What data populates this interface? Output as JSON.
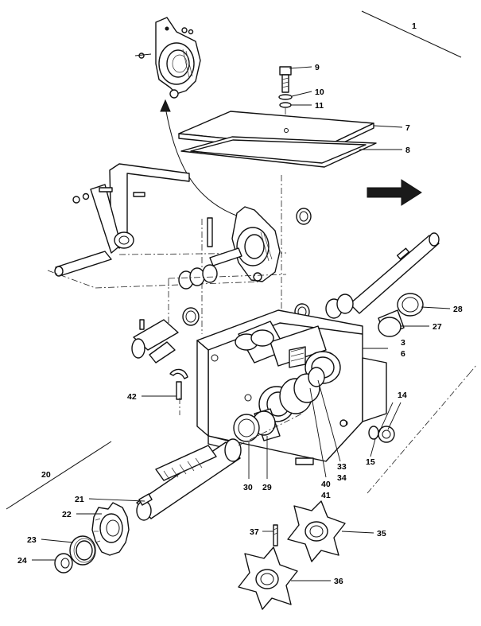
{
  "callouts": [
    {
      "id": "c1",
      "text": "1"
    },
    {
      "id": "c9",
      "text": "9"
    },
    {
      "id": "c10",
      "text": "10"
    },
    {
      "id": "c11",
      "text": "11"
    },
    {
      "id": "c7",
      "text": "7"
    },
    {
      "id": "c8",
      "text": "8"
    },
    {
      "id": "c28",
      "text": "28"
    },
    {
      "id": "c27",
      "text": "27"
    },
    {
      "id": "c3",
      "text": "3"
    },
    {
      "id": "c6",
      "text": "6"
    },
    {
      "id": "c14",
      "text": "14"
    },
    {
      "id": "c15",
      "text": "15"
    },
    {
      "id": "c42",
      "text": "42"
    },
    {
      "id": "c33",
      "text": "33"
    },
    {
      "id": "c34",
      "text": "34"
    },
    {
      "id": "c40",
      "text": "40"
    },
    {
      "id": "c41",
      "text": "41"
    },
    {
      "id": "c30",
      "text": "30"
    },
    {
      "id": "c29",
      "text": "29"
    },
    {
      "id": "c20",
      "text": "20"
    },
    {
      "id": "c21",
      "text": "21"
    },
    {
      "id": "c22",
      "text": "22"
    },
    {
      "id": "c23",
      "text": "23"
    },
    {
      "id": "c24",
      "text": "24"
    },
    {
      "id": "c37",
      "text": "37"
    },
    {
      "id": "c35",
      "text": "35"
    },
    {
      "id": "c36",
      "text": "36"
    }
  ],
  "arrow_icon": "direction-arrow-icon"
}
